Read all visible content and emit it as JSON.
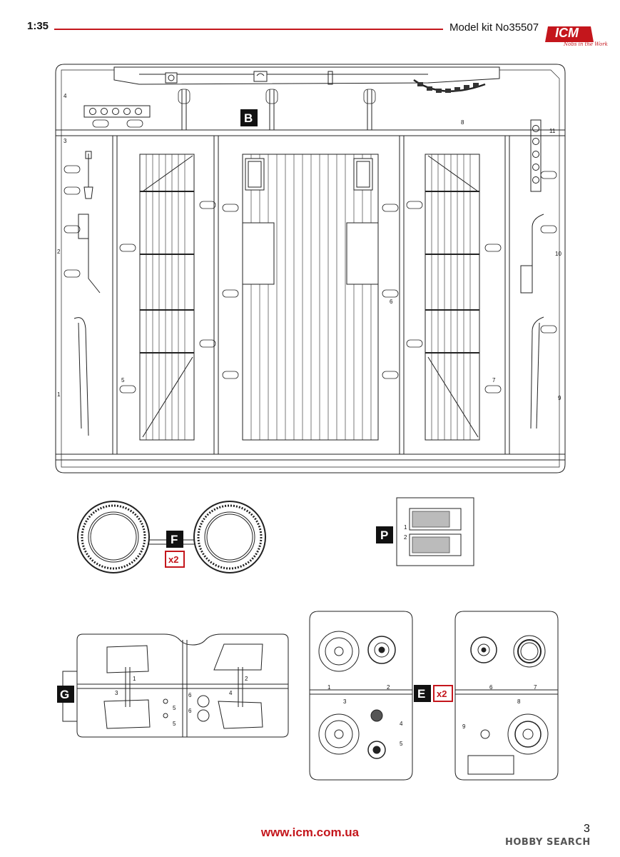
{
  "header": {
    "scale": "1:35",
    "kit_label": "Model kit No35507",
    "brand": "ICM",
    "brand_tagline": "Nobs in the Work"
  },
  "sprues": {
    "B": {
      "tag": "B",
      "part_numbers": [
        "1",
        "2",
        "3",
        "4",
        "5",
        "6",
        "7",
        "8",
        "9",
        "10",
        "11"
      ]
    },
    "F": {
      "tag": "F",
      "quantity": "x2"
    },
    "P": {
      "tag": "P",
      "part_numbers": [
        "1",
        "2"
      ]
    },
    "G": {
      "tag": "G",
      "part_numbers": [
        "1",
        "2",
        "3",
        "4",
        "5",
        "6",
        "5",
        "6"
      ]
    },
    "E": {
      "tag": "E",
      "quantity": "x2",
      "left_part_numbers": [
        "1",
        "2",
        "3",
        "4",
        "5"
      ],
      "right_part_numbers": [
        "6",
        "7",
        "8",
        "9"
      ]
    }
  },
  "footer": {
    "url": "www.icm.com.ua",
    "page_number": "3",
    "watermark": "HOBBY SEARCH"
  },
  "colors": {
    "accent": "#c4161c",
    "ink": "#111111"
  }
}
